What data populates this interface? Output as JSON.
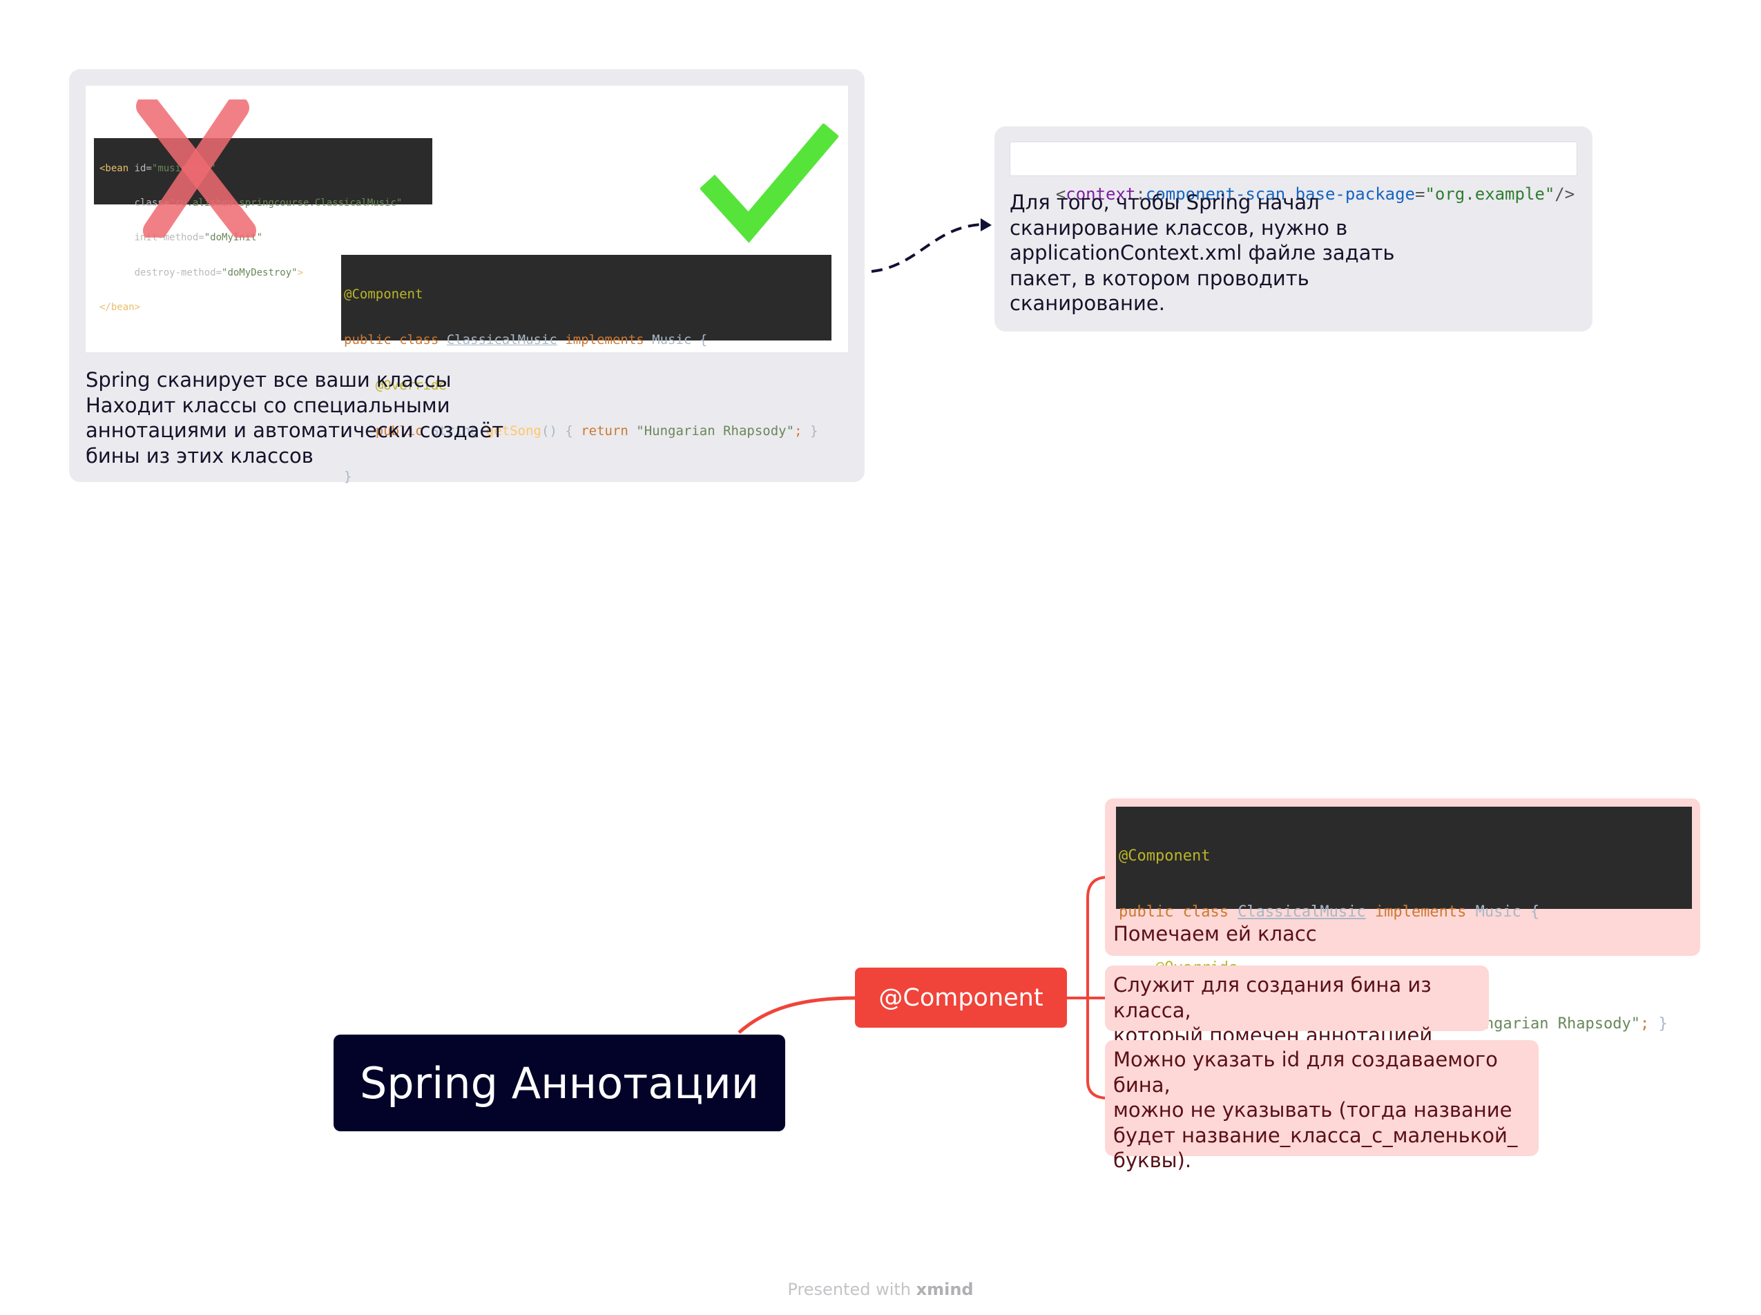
{
  "root": {
    "title": "Spring Аннотации"
  },
  "branch": {
    "label": "@Component"
  },
  "colors": {
    "branch": "#f0443a",
    "root_bg": "#03032a",
    "leaf_bg": "#fdd8d6",
    "note_bg": "#ebeaee"
  },
  "note_scan": {
    "lines": [
      "Spring сканирует все ваши классы",
      "Находит классы со специальными",
      "аннотациями и автоматически создаёт",
      "бины из этих классов"
    ],
    "xml_code": [
      "<bean id=\"musicBean\"",
      "      class=\"ru.alishev.springcourse.ClassicalMusic\"",
      "      init-method=\"doMyInit\"",
      "      destroy-method=\"doMyDestroy\">",
      "</bean>"
    ],
    "cross_icon": "cross-icon",
    "check_icon": "check-icon"
  },
  "note_context": {
    "code": "<context:component-scan base-package=\"org.example\"/>",
    "lines": [
      "Для того, чтобы Spring начал",
      "сканирование классов, нужно в",
      "applicationContext.xml файле задать",
      "пакет, в котором проводить",
      "сканирование."
    ]
  },
  "java_code": [
    "@Component",
    "public class ClassicalMusic implements Music {",
    "    @Override",
    "    public String getSong() { return \"Hungarian Rhapsody\"; }",
    "}"
  ],
  "leaves": [
    {
      "text": "Помечаем ей класс"
    },
    {
      "lines": [
        "Служит для создания бина из класса,",
        "который помечен аннотацией"
      ]
    },
    {
      "lines": [
        "Можно указать id для создаваемого бина,",
        "можно не указывать (тогда название",
        "будет название_класса_с_маленькой_",
        "буквы)."
      ]
    }
  ],
  "footer": {
    "prefix": "Presented with",
    "brand": "xmind"
  }
}
